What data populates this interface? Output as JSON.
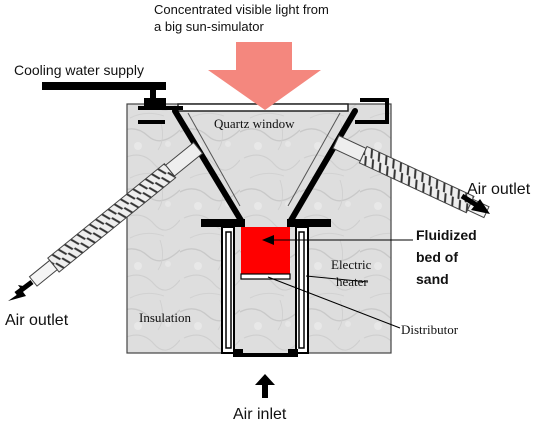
{
  "labels": {
    "light_line1": "Concentrated visible light from",
    "light_line2": "a big sun-simulator",
    "cooling": "Cooling water supply",
    "quartz": "Quartz window",
    "air_outlet_right": "Air outlet",
    "air_outlet_left": "Air outlet",
    "fluidized_line1": "Fluidized",
    "fluidized_line2": "bed of",
    "fluidized_line3": "sand",
    "electric_line1": "Electric",
    "electric_line2": "heater",
    "insulation": "Insulation",
    "distributor": "Distributor",
    "air_inlet": "Air inlet"
  },
  "colors": {
    "light_arrow": "#f4877e",
    "sand_bed": "#ff0000",
    "insulation": "#dcdcdc",
    "outline": "#000000"
  },
  "icons": {
    "light_arrow": "down-arrow-icon",
    "air_inlet": "up-arrow-icon",
    "air_outlet": "arrow-icon"
  }
}
